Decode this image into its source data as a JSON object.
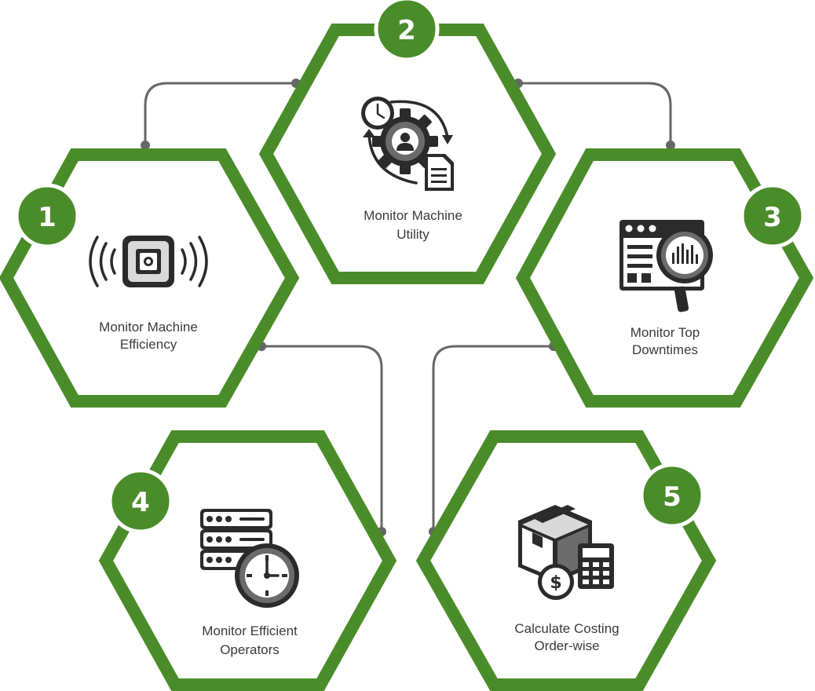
{
  "diagram": {
    "accent_color": "#4a8c2a",
    "connector_color": "#666666",
    "steps": [
      {
        "number": "1",
        "label_line1": "Monitor Machine",
        "label_line2": "Efficiency",
        "icon": "machine-sensor-icon"
      },
      {
        "number": "2",
        "label_line1": "Monitor Machine",
        "label_line2": "Utility",
        "icon": "gear-user-cycle-icon"
      },
      {
        "number": "3",
        "label_line1": "Monitor Top",
        "label_line2": "Downtimes",
        "icon": "dashboard-magnifier-icon"
      },
      {
        "number": "4",
        "label_line1": "Monitor Efficient",
        "label_line2": "Operators",
        "icon": "server-clock-icon"
      },
      {
        "number": "5",
        "label_line1": "Calculate Costing",
        "label_line2": "Order-wise",
        "icon": "box-calculator-dollar-icon"
      }
    ]
  }
}
